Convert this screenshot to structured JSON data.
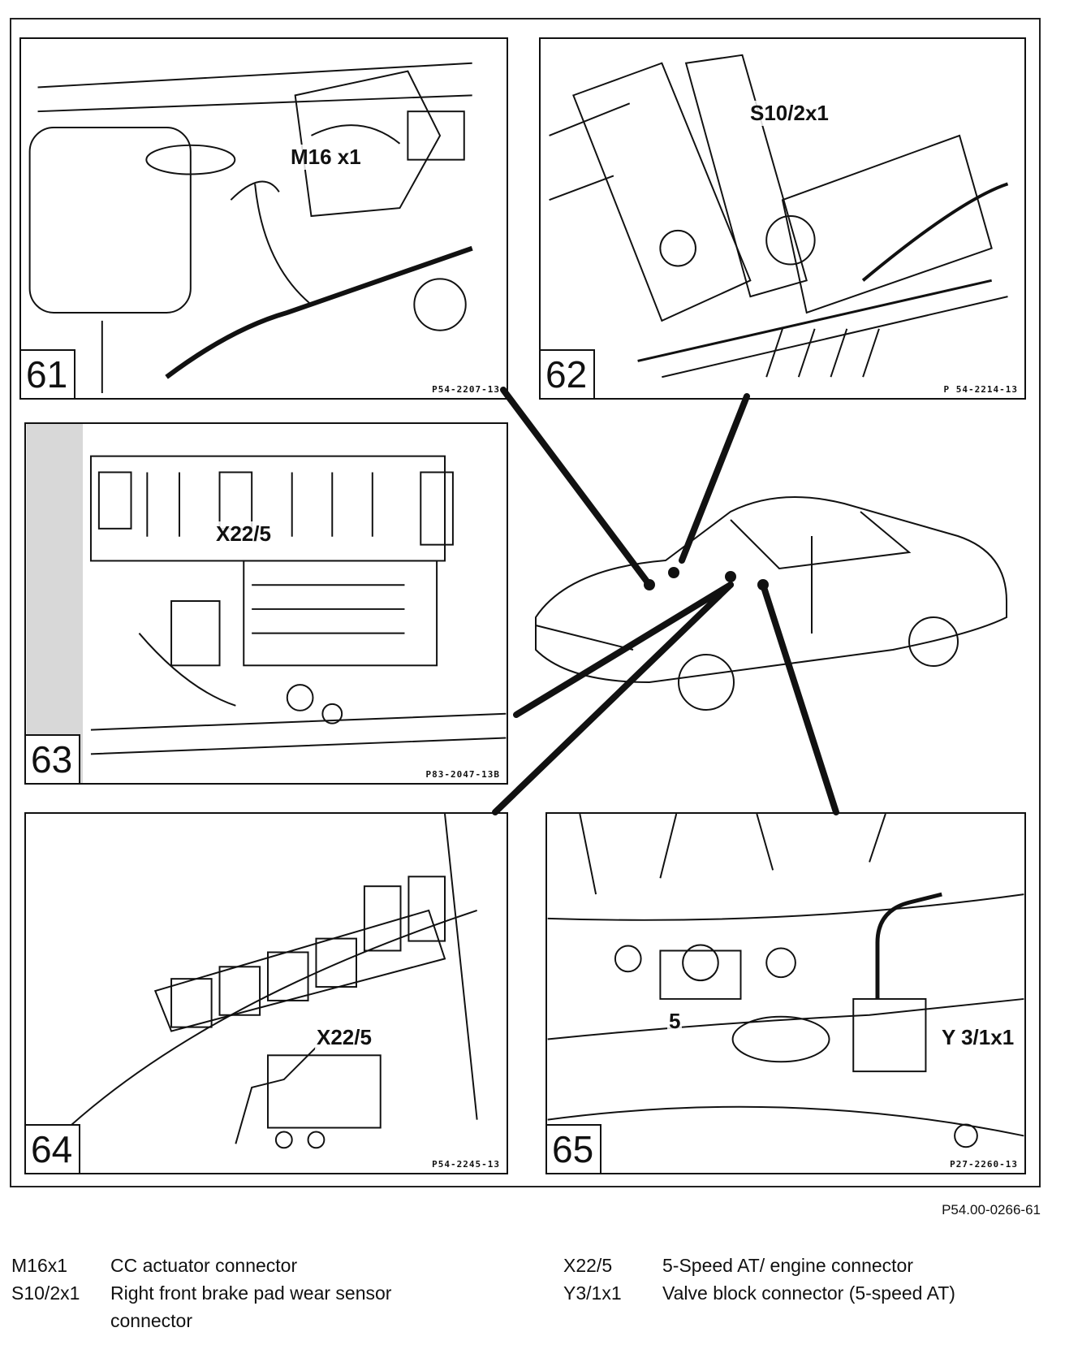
{
  "panels": [
    {
      "number": "61",
      "code": "P54-2207-13",
      "callout": "M16 x1"
    },
    {
      "number": "62",
      "code": "P 54-2214-13",
      "callout": "S10/2x1"
    },
    {
      "number": "63",
      "code": "P83-2047-13B",
      "callout": "X22/5"
    },
    {
      "number": "64",
      "code": "P54-2245-13",
      "callout": "X22/5"
    },
    {
      "number": "65",
      "code": "P27-2260-13",
      "callout": "Y 3/1x1",
      "callout2": "5"
    }
  ],
  "figure_ref": "P54.00-0266-61",
  "legend": {
    "left": [
      {
        "code": "M16x1",
        "desc": "CC actuator connector"
      },
      {
        "code": "S10/2x1",
        "desc": "Right front brake pad wear sensor",
        "desc2": "connector"
      }
    ],
    "right": [
      {
        "code": "X22/5",
        "desc": "5-Speed AT/ engine connector"
      },
      {
        "code": "Y3/1x1",
        "desc": "Valve block connector (5-speed AT)"
      }
    ]
  }
}
